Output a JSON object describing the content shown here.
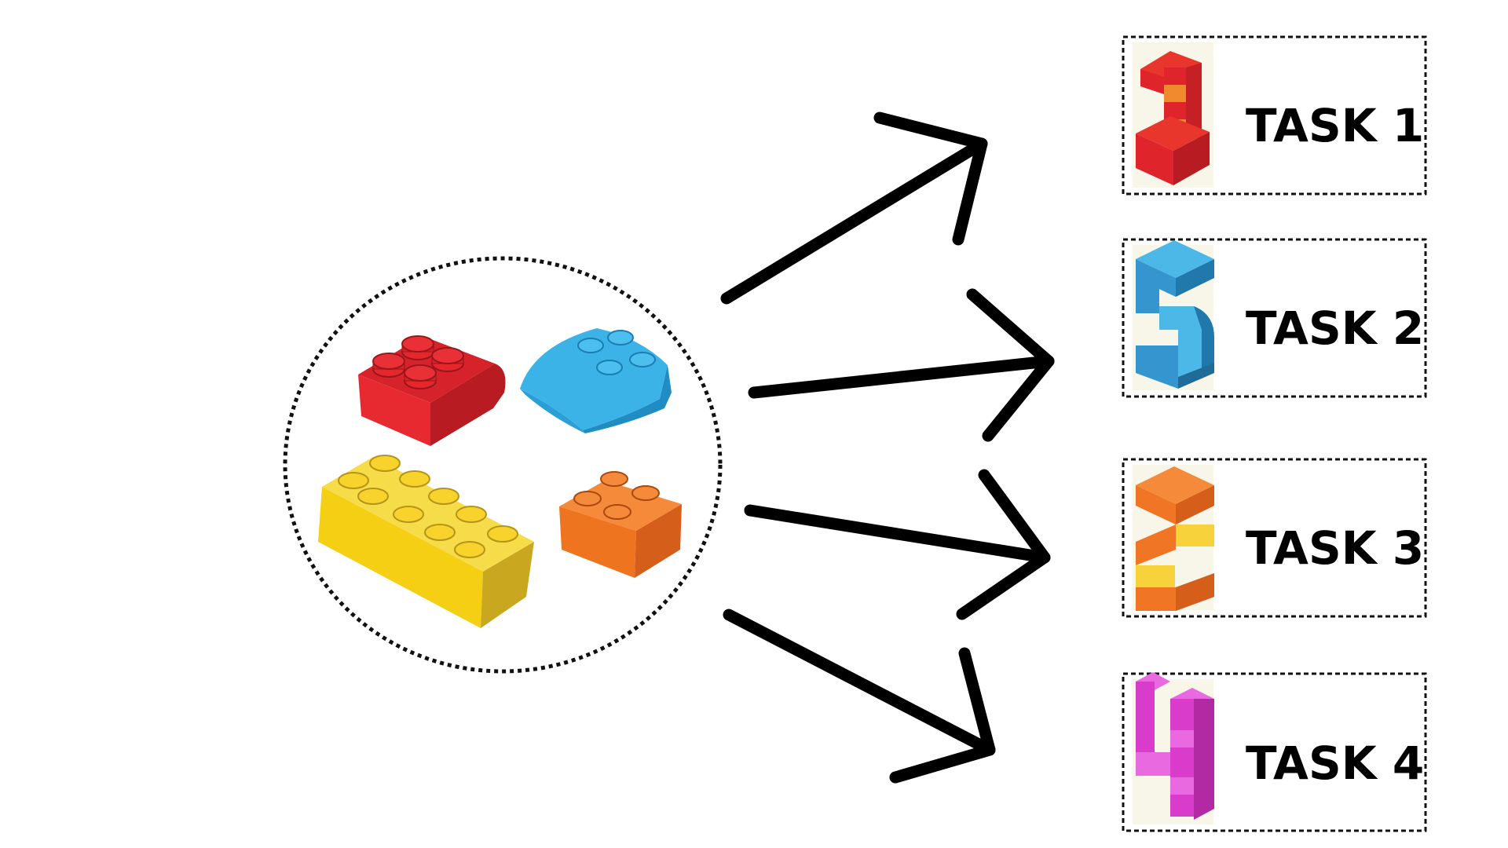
{
  "diagram": {
    "source_group": {
      "bricks": [
        {
          "name": "red-curved-brick",
          "color": "#e0242b"
        },
        {
          "name": "blue-curved-brick",
          "color": "#3bb1e3"
        },
        {
          "name": "yellow-long-brick",
          "color": "#f5d324"
        },
        {
          "name": "orange-brick",
          "color": "#f07524"
        }
      ]
    },
    "tasks": [
      {
        "label": "TASK 1",
        "figure": "number-one-model",
        "color": "#e0242b",
        "accent": "#ef8a2e"
      },
      {
        "label": "TASK 2",
        "figure": "number-five-model",
        "color": "#3596cf",
        "accent": "#4cb8e8"
      },
      {
        "label": "TASK 3",
        "figure": "number-two-model",
        "color": "#f07524",
        "accent": "#f7d23b"
      },
      {
        "label": "TASK 4",
        "figure": "number-four-model",
        "color": "#d93bcb",
        "accent": "#e96ae0"
      }
    ]
  }
}
